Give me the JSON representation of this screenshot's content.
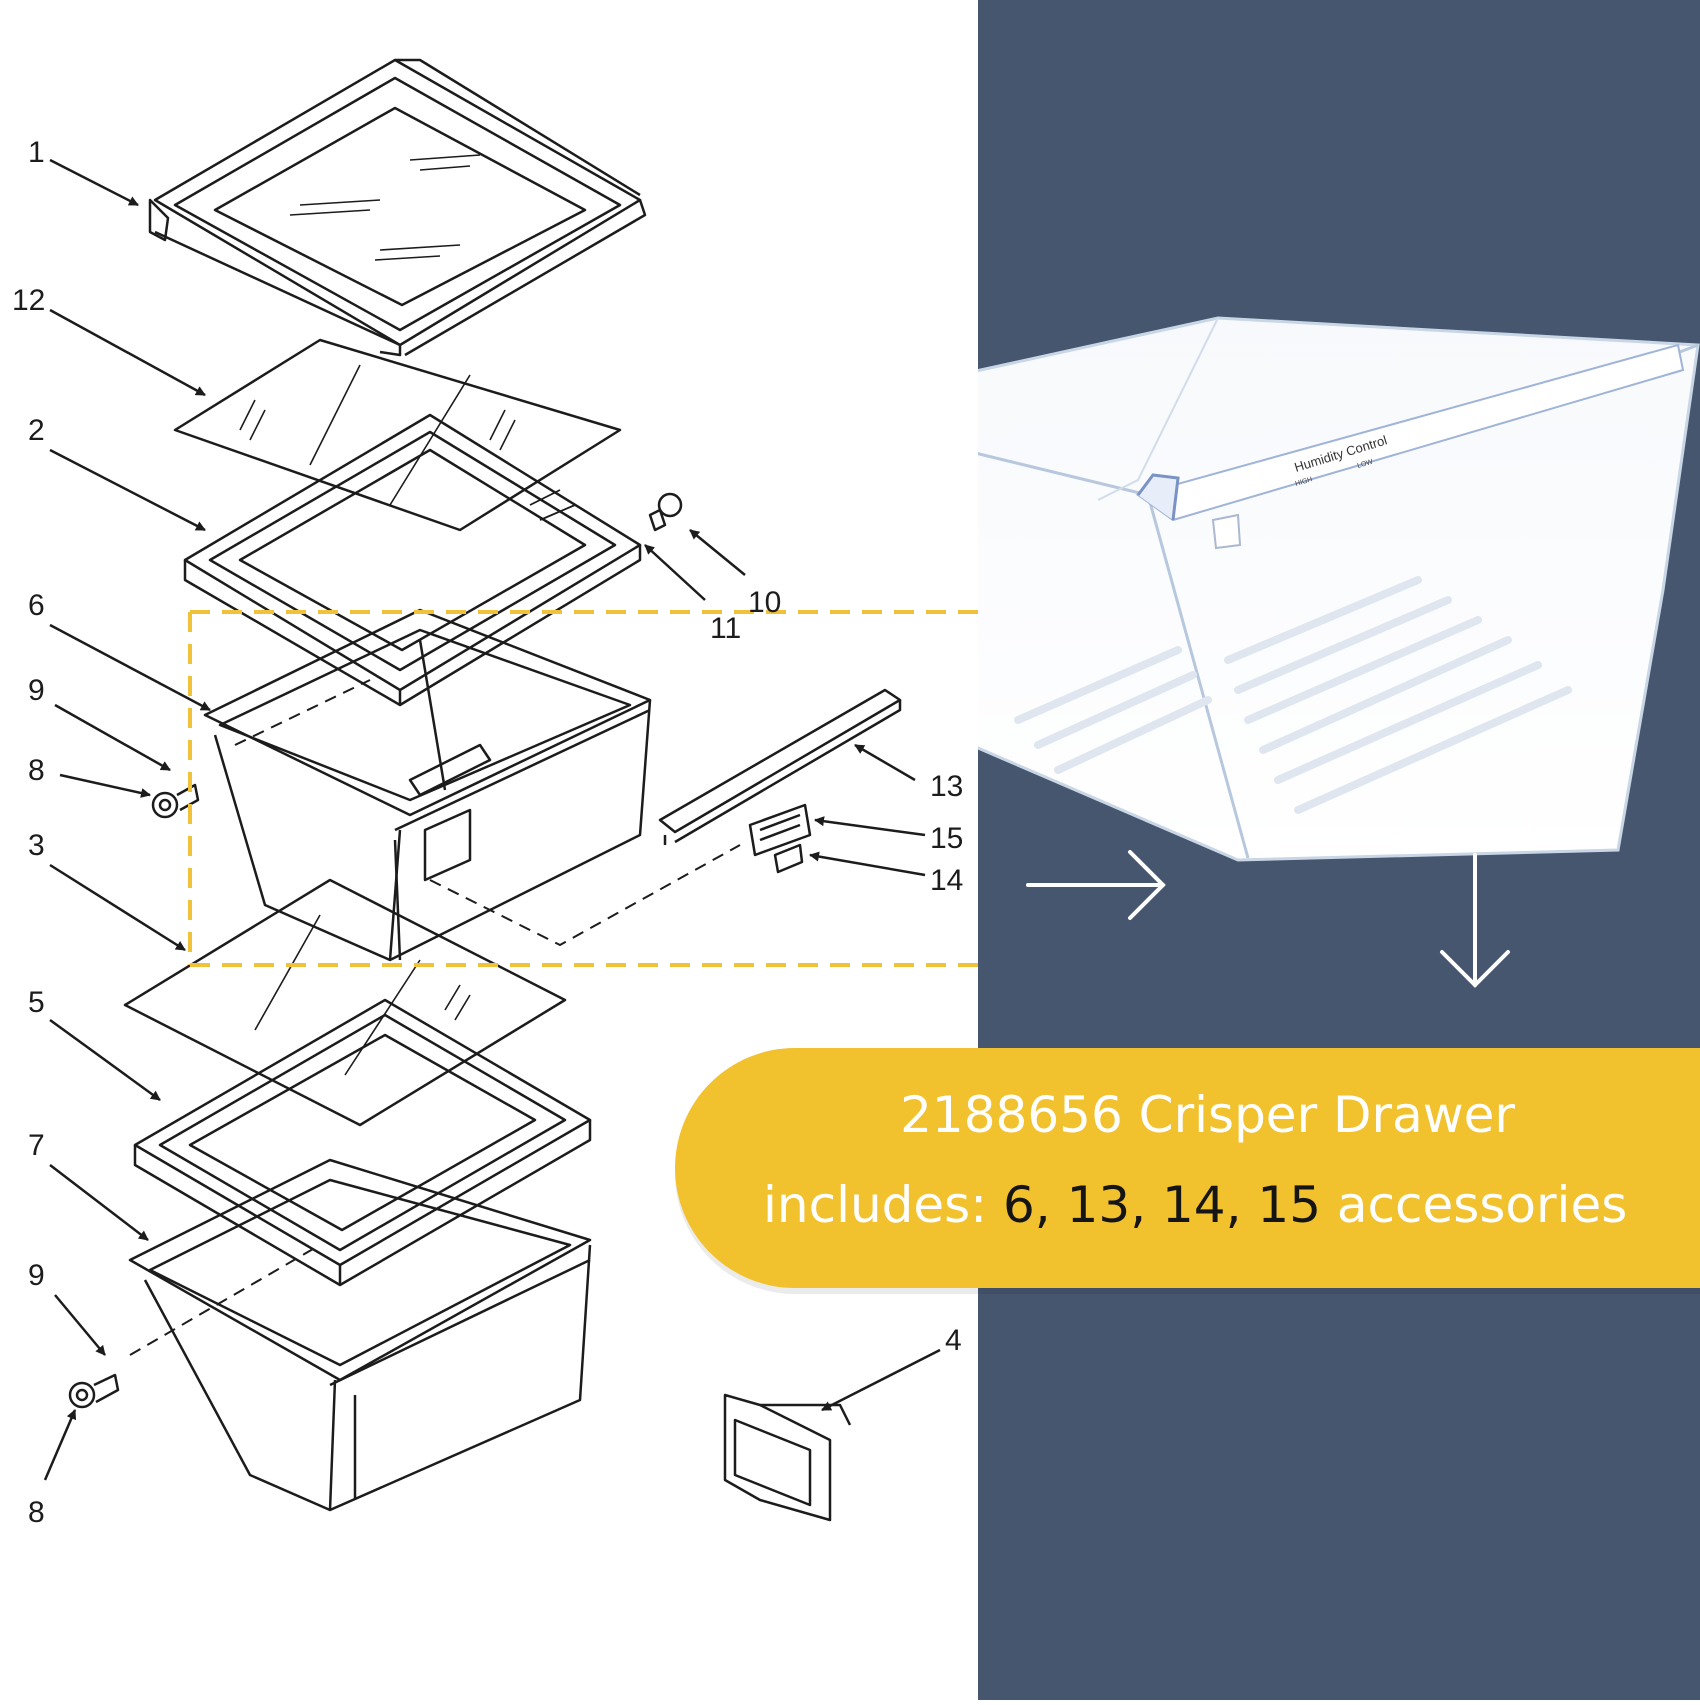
{
  "colors": {
    "navy_panel": "#46566f",
    "banner_yellow": "#f2c12e",
    "dash_yellow": "#f0c23a",
    "line_art": "#1c1c1c",
    "banner_text": "#ffffff",
    "banner_numbers": "#151515"
  },
  "diagram": {
    "callouts": [
      "1",
      "12",
      "2",
      "6",
      "9",
      "8",
      "3",
      "5",
      "7",
      "9",
      "8",
      "10",
      "11",
      "13",
      "15",
      "14",
      "4"
    ]
  },
  "product": {
    "strip_label": "Humidity Control",
    "scale_high": "HIGH",
    "scale_low": "LOW"
  },
  "banner": {
    "title": "2188656 Crisper Drawer",
    "includes_prefix": "includes:",
    "included_parts": "6, 13, 14, 15",
    "includes_suffix": "accessories"
  },
  "icons": [
    "arrow-right-icon",
    "arrow-down-icon"
  ]
}
